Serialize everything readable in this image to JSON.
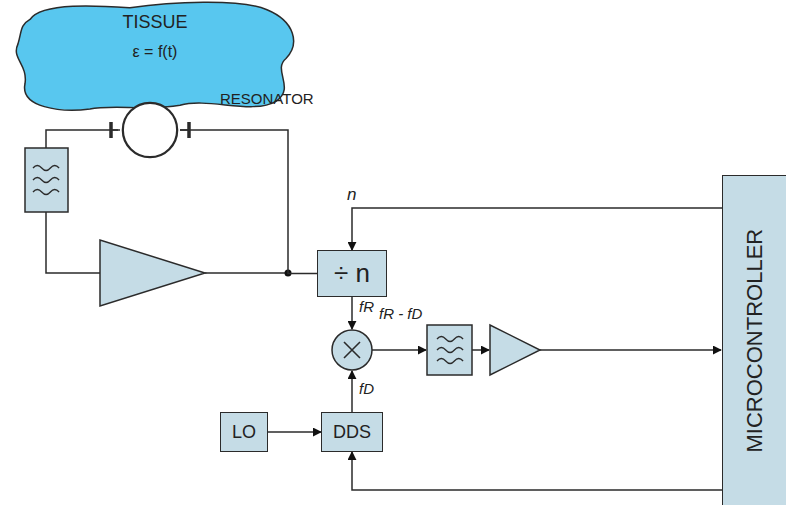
{
  "diagram": {
    "nodes": [
      {
        "text": [
          "TISSUE",
          "ε = f(t)"
        ]
      },
      {
        "text": [
          "RESONATOR"
        ]
      },
      {
        "text": [
          "÷ n"
        ]
      },
      {
        "text": [
          "LO"
        ]
      },
      {
        "text": [
          "DDS"
        ]
      },
      {
        "text": [
          "MICROCONTROLLER"
        ]
      }
    ],
    "edges": [
      {
        "from": 1,
        "to": 2,
        "arrow": "none"
      },
      {
        "from": 5,
        "to": 2,
        "arrow": "to",
        "label": "n"
      },
      {
        "from": 3,
        "to": 4,
        "arrow": "to"
      },
      {
        "from": 5,
        "to": 4,
        "arrow": "to"
      }
    ],
    "labels": [
      "fR",
      "fD",
      "fR - fD"
    ]
  }
}
